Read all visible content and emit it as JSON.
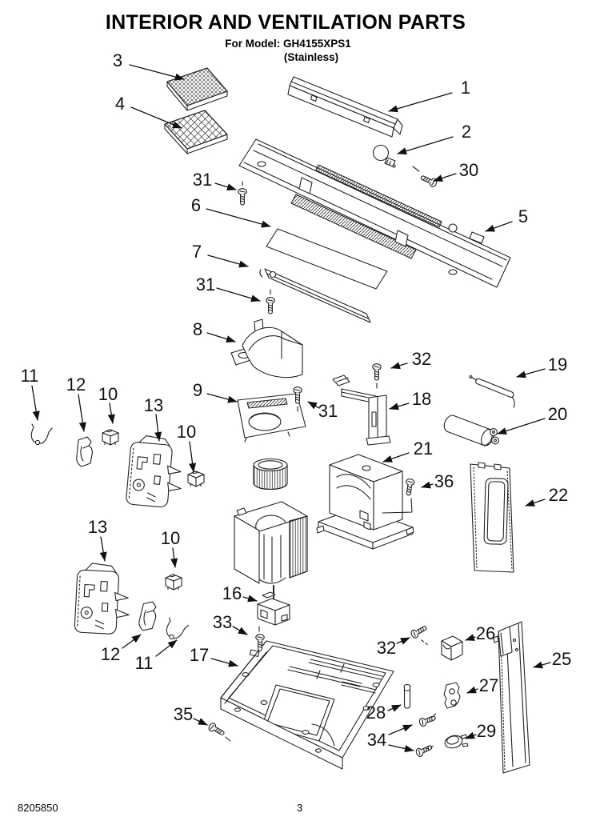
{
  "header": {
    "title": "INTERIOR AND VENTILATION PARTS",
    "model_line": "For Model: GH4155XPS1",
    "finish_line": "(Stainless)"
  },
  "footer": {
    "doc_number": "8205850",
    "page_number": "3"
  },
  "diagram": {
    "ink_color": "#222222",
    "paper_color": "#ffffff"
  },
  "callouts": [
    {
      "text": "3"
    },
    {
      "text": "4"
    },
    {
      "text": "1"
    },
    {
      "text": "2"
    },
    {
      "text": "30"
    },
    {
      "text": "31"
    },
    {
      "text": "6"
    },
    {
      "text": "5"
    },
    {
      "text": "7"
    },
    {
      "text": "31"
    },
    {
      "text": "8"
    },
    {
      "text": "11"
    },
    {
      "text": "12"
    },
    {
      "text": "10"
    },
    {
      "text": "13"
    },
    {
      "text": "10"
    },
    {
      "text": "9"
    },
    {
      "text": "31"
    },
    {
      "text": "32"
    },
    {
      "text": "18"
    },
    {
      "text": "19"
    },
    {
      "text": "20"
    },
    {
      "text": "21"
    },
    {
      "text": "36"
    },
    {
      "text": "22"
    },
    {
      "text": "13"
    },
    {
      "text": "10"
    },
    {
      "text": "16"
    },
    {
      "text": "33"
    },
    {
      "text": "12"
    },
    {
      "text": "11"
    },
    {
      "text": "17"
    },
    {
      "text": "35"
    },
    {
      "text": "32"
    },
    {
      "text": "26"
    },
    {
      "text": "25"
    },
    {
      "text": "27"
    },
    {
      "text": "28"
    },
    {
      "text": "34"
    },
    {
      "text": "29"
    }
  ]
}
